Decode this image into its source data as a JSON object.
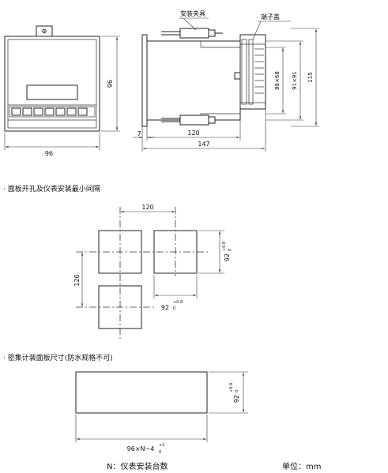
{
  "front_view": {
    "width_dim": "96",
    "height_dim": "96"
  },
  "side_view": {
    "callout_clamp": "安装夹具",
    "callout_cover": "端子盖",
    "dim_7": "7",
    "dim_120": "120",
    "dim_147": "147",
    "dim_88x68": "88×68",
    "dim_91x91": "91×91",
    "dim_115": "115"
  },
  "section_cutout": {
    "title": "· 面板开孔及仪表安装最小间隔",
    "dim_pitch_h": "120",
    "dim_pitch_v": "120",
    "dim_hole_w": "92",
    "dim_hole_h": "92",
    "tol_upper": "+0.8",
    "tol_lower": "0"
  },
  "section_dense": {
    "title": "· 密集计装面板尺寸(防水规格不可)",
    "dim_height": "92",
    "tol_upper": "+0.8",
    "tol_lower": "0",
    "dim_length": "96×N−4",
    "len_tol_upper": "+2",
    "len_tol_lower": "0"
  },
  "footer": {
    "n_note": "N：仪表安装台数",
    "unit_note": "单位：mm"
  }
}
